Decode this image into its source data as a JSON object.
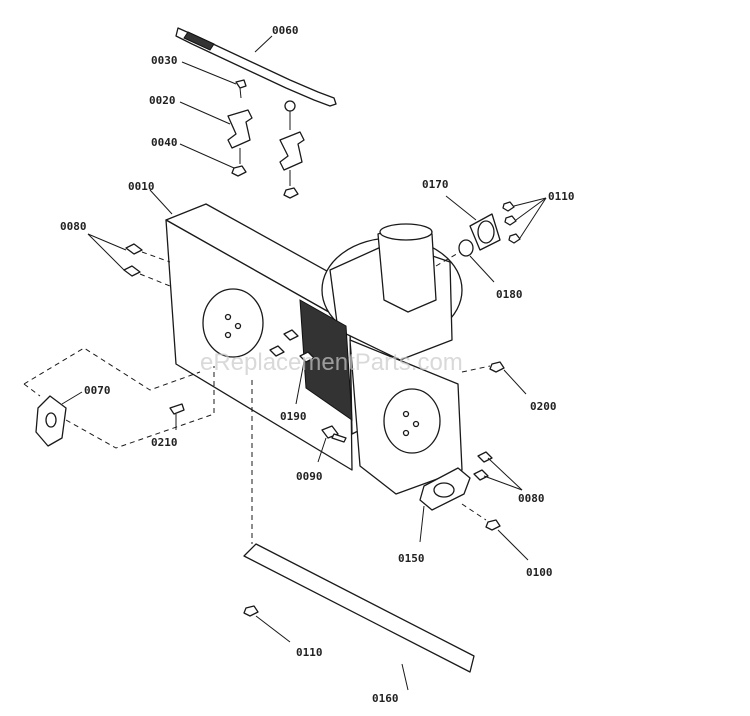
{
  "watermark": "eReplacementParts.com",
  "callouts": {
    "c0060": "0060",
    "c0030": "0030",
    "c0020": "0020",
    "c0040": "0040",
    "c0010": "0010",
    "c0080a": "0080",
    "c0170": "0170",
    "c0110a": "0110",
    "c0180": "0180",
    "c0070": "0070",
    "c0190": "0190",
    "c0200": "0200",
    "c0210": "0210",
    "c0090": "0090",
    "c0080b": "0080",
    "c0150": "0150",
    "c0100": "0100",
    "c0110b": "0110",
    "c0160": "0160"
  }
}
